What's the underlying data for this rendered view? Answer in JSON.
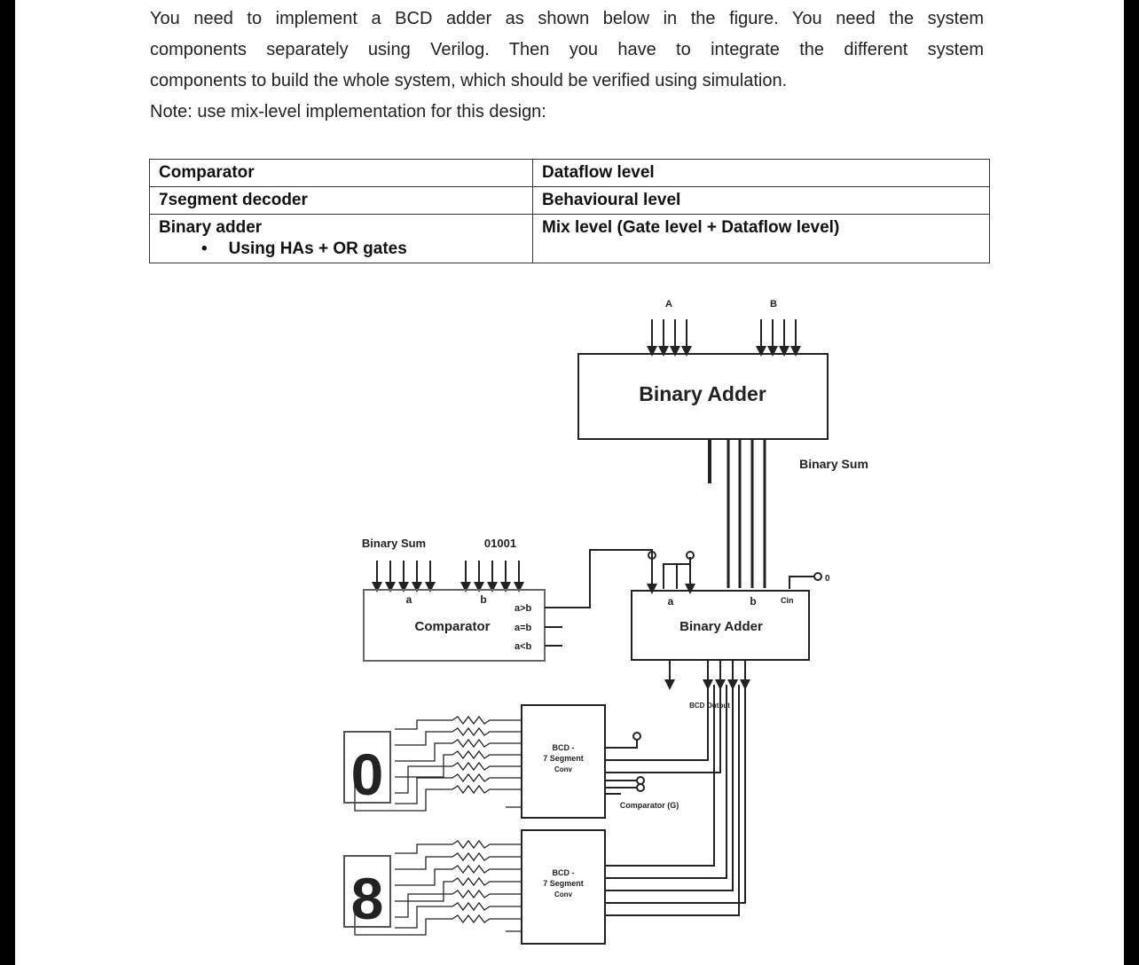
{
  "intro": {
    "lines": [
      "You need to implement a BCD adder as shown below in the figure. You need the system",
      "components separately using Verilog. Then you have to integrate the different system",
      "components to build the whole system, which should be verified using simulation."
    ],
    "note": "Note: use mix-level implementation for this design:"
  },
  "table": {
    "rows": [
      {
        "component": "Comparator",
        "level": "Dataflow level"
      },
      {
        "component": "7segment decoder",
        "level": "Behavioural level"
      },
      {
        "component": "Binary adder",
        "level": "Mix level (Gate level + Dataflow level)",
        "bullet": "Using HAs + OR gates"
      }
    ]
  },
  "diagram": {
    "input_a": "A",
    "input_b": "B",
    "top_adder": "Binary Adder",
    "binary_sum_label": "Binary Sum",
    "comp_in_label": "Binary Sum",
    "comp_const": "01001",
    "comp_port_a": "a",
    "comp_port_b": "b",
    "comparator": "Comparator",
    "comp_gt": "a>b",
    "comp_eq": "a=b",
    "comp_lt": "a<b",
    "bot_adder": "Binary Adder",
    "bot_port_a": "a",
    "bot_port_b": "b",
    "bot_port_cin": "Cin",
    "zero": "0",
    "bcd_output": "BCD Output",
    "bcd_conv_1": "BCD -",
    "bcd_conv_2": "7 Segment",
    "bcd_conv_3": "Conv",
    "comparator_g": "Comparator (G)",
    "display_top_digit": "0",
    "display_bot_digit": "8"
  }
}
